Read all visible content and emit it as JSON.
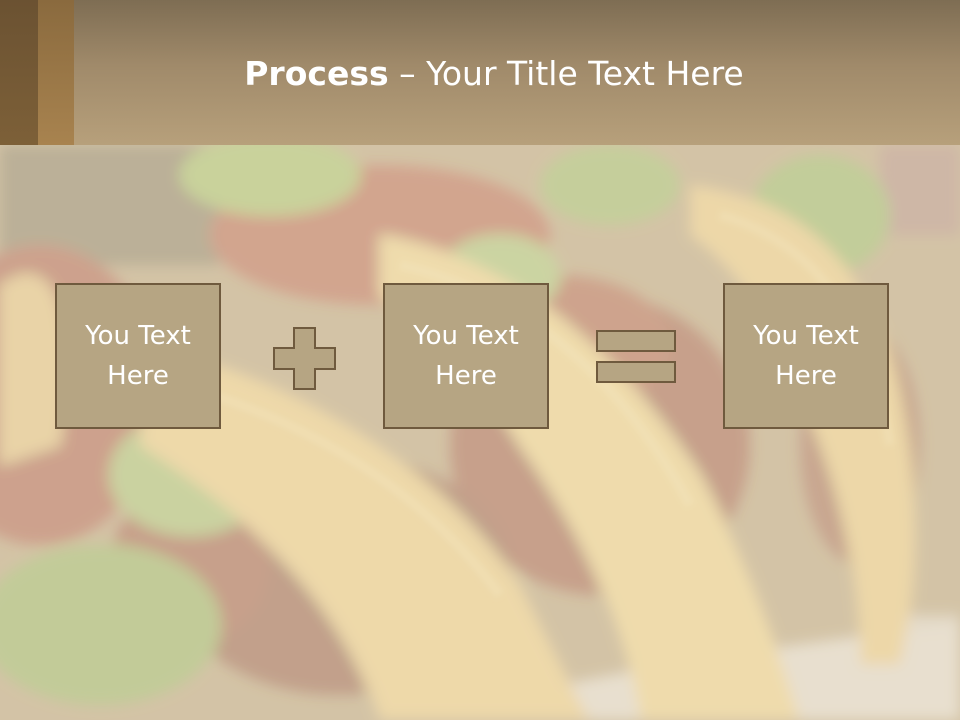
{
  "slide": {
    "title_bold": "Process",
    "title_rest": " – Your Title Text Here"
  },
  "boxes": [
    {
      "text": "You Text\nHere"
    },
    {
      "text": "You Text\nHere"
    },
    {
      "text": "You Text\nHere"
    }
  ],
  "operators": [
    {
      "icon": "plus-icon"
    },
    {
      "icon": "equals-icon"
    }
  ],
  "colors": {
    "header": "#a08a6a",
    "box_fill": "#b6a583",
    "box_border": "#6f5a3e",
    "text": "#ffffff"
  }
}
